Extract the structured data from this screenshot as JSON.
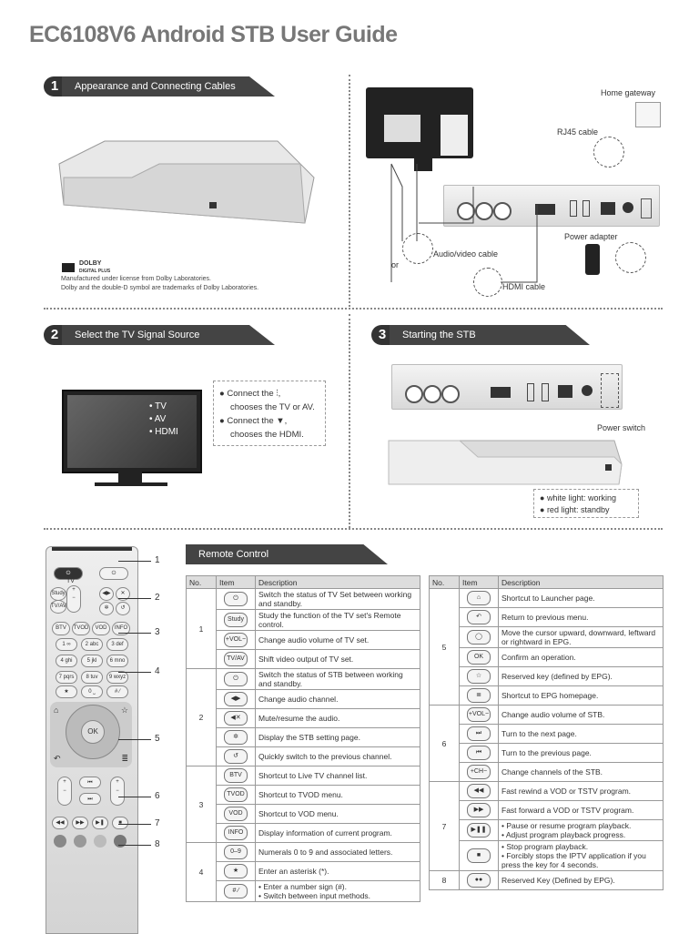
{
  "title": "EC6108V6 Android STB User Guide",
  "sections": {
    "s1": {
      "num": "1",
      "label": "Appearance and Connecting Cables"
    },
    "s2": {
      "num": "2",
      "label": "Select the TV Signal Source"
    },
    "s3": {
      "num": "3",
      "label": "Starting the STB"
    },
    "remote": {
      "label": "Remote Control"
    }
  },
  "dolby": {
    "logo_line1": "DOLBY",
    "logo_line2": "DIGITAL PLUS",
    "line1": "Manufactured under license from Dolby Laboratories.",
    "line2": "Dolby and the double-D symbol are trademarks of Dolby Laboratories."
  },
  "connections": {
    "home_gateway": "Home gateway",
    "rj45": "RJ45 cable",
    "power_adapter": "Power adapter",
    "av_cable": "Audio/video cable",
    "or": "or",
    "hdmi_cable": "HDMI cable"
  },
  "tv_menu": [
    "• TV",
    "• AV",
    "• HDMI"
  ],
  "signal_notes": {
    "n1a": "Connect the",
    "n1b": "chooses the TV or AV.",
    "n2a": "Connect the",
    "n2b": "chooses the HDMI."
  },
  "starting": {
    "power_switch": "Power switch",
    "white": "white light: working",
    "red": "red light: standby"
  },
  "remote_callouts": [
    "1",
    "2",
    "3",
    "4",
    "5",
    "6",
    "7",
    "8"
  ],
  "remote_keys": {
    "tv": "TV",
    "study": "Study",
    "tvav": "TV/AV",
    "vol": "VOL",
    "ch": "CH",
    "ok": "OK",
    "btv": "BTV",
    "tvod": "TVOD",
    "vod": "VOD",
    "info": "INFO",
    "n1": "1 ∞",
    "n2": "2 abc",
    "n3": "3 def",
    "n4": "4 ghi",
    "n5": "5 jkl",
    "n6": "6 mno",
    "n7": "7 pqrs",
    "n8": "8 tuv",
    "n9": "9 wxyz",
    "star": "★",
    "n0": "0 ⎵",
    "hash": "# ⁄"
  },
  "table_headers": {
    "no": "No.",
    "item": "Item",
    "desc": "Description"
  },
  "left_table": [
    {
      "no": "1",
      "rows": [
        {
          "icon": "⏻",
          "desc": "Switch the status of TV Set between working and standby."
        },
        {
          "icon": "Study",
          "desc": "Study the function of the TV set's Remote control."
        },
        {
          "icon": "+VOL−",
          "desc": "Change audio volume of TV set."
        },
        {
          "icon": "TV/AV",
          "desc": "Shift video output of TV set."
        }
      ]
    },
    {
      "no": "2",
      "rows": [
        {
          "icon": "⏻",
          "desc": "Switch the status of STB between working and standby."
        },
        {
          "icon": "◀▶",
          "desc": "Change audio channel."
        },
        {
          "icon": "◀✕",
          "desc": "Mute/resume the audio."
        },
        {
          "icon": "✲",
          "desc": "Display the STB setting page."
        },
        {
          "icon": "↺",
          "desc": "Quickly switch to the previous channel."
        }
      ]
    },
    {
      "no": "3",
      "rows": [
        {
          "icon": "BTV",
          "desc": "Shortcut to Live TV channel list."
        },
        {
          "icon": "TVOD",
          "desc": "Shortcut to TVOD menu."
        },
        {
          "icon": "VOD",
          "desc": "Shortcut to VOD menu."
        },
        {
          "icon": "INFO",
          "desc": "Display information of current program."
        }
      ]
    },
    {
      "no": "4",
      "rows": [
        {
          "icon": "0–9",
          "desc": "Numerals 0 to 9 and associated letters."
        },
        {
          "icon": "★",
          "desc": "Enter an asterisk (*)."
        },
        {
          "icon": "# ⁄",
          "desc": "• Enter a number sign (#).\n• Switch between input methods."
        }
      ]
    }
  ],
  "right_table": [
    {
      "no": "5",
      "rows": [
        {
          "icon": "⌂",
          "desc": "Shortcut to Launcher page."
        },
        {
          "icon": "↶",
          "desc": "Return to previous menu."
        },
        {
          "icon": "◯",
          "desc": "Move the cursor upward, downward, leftward or rightward in EPG."
        },
        {
          "icon": "OK",
          "desc": "Confirm an operation."
        },
        {
          "icon": "☆",
          "desc": "Reserved key (defined by EPG)."
        },
        {
          "icon": "≣",
          "desc": "Shortcut to EPG homepage."
        }
      ]
    },
    {
      "no": "6",
      "rows": [
        {
          "icon": "+VOL−",
          "desc": "Change audio volume of STB."
        },
        {
          "icon": "⏭",
          "desc": "Turn to the next page."
        },
        {
          "icon": "⏮",
          "desc": "Turn to the previous page."
        },
        {
          "icon": "+CH−",
          "desc": "Change channels of the STB."
        }
      ]
    },
    {
      "no": "7",
      "rows": [
        {
          "icon": "◀◀",
          "desc": "Fast rewind a VOD or TSTV program."
        },
        {
          "icon": "▶▶",
          "desc": "Fast forward a VOD or TSTV program."
        },
        {
          "icon": "▶❚❚",
          "desc": "• Pause or resume program playback.\n• Adjust program playback progress."
        },
        {
          "icon": "■",
          "desc": "• Stop program playback.\n• Forcibly stops the IPTV application if you press the key for 4 seconds."
        }
      ]
    },
    {
      "no": "8",
      "rows": [
        {
          "icon": "●●",
          "desc": "Reserved Key (Defined by EPG)."
        }
      ]
    }
  ]
}
